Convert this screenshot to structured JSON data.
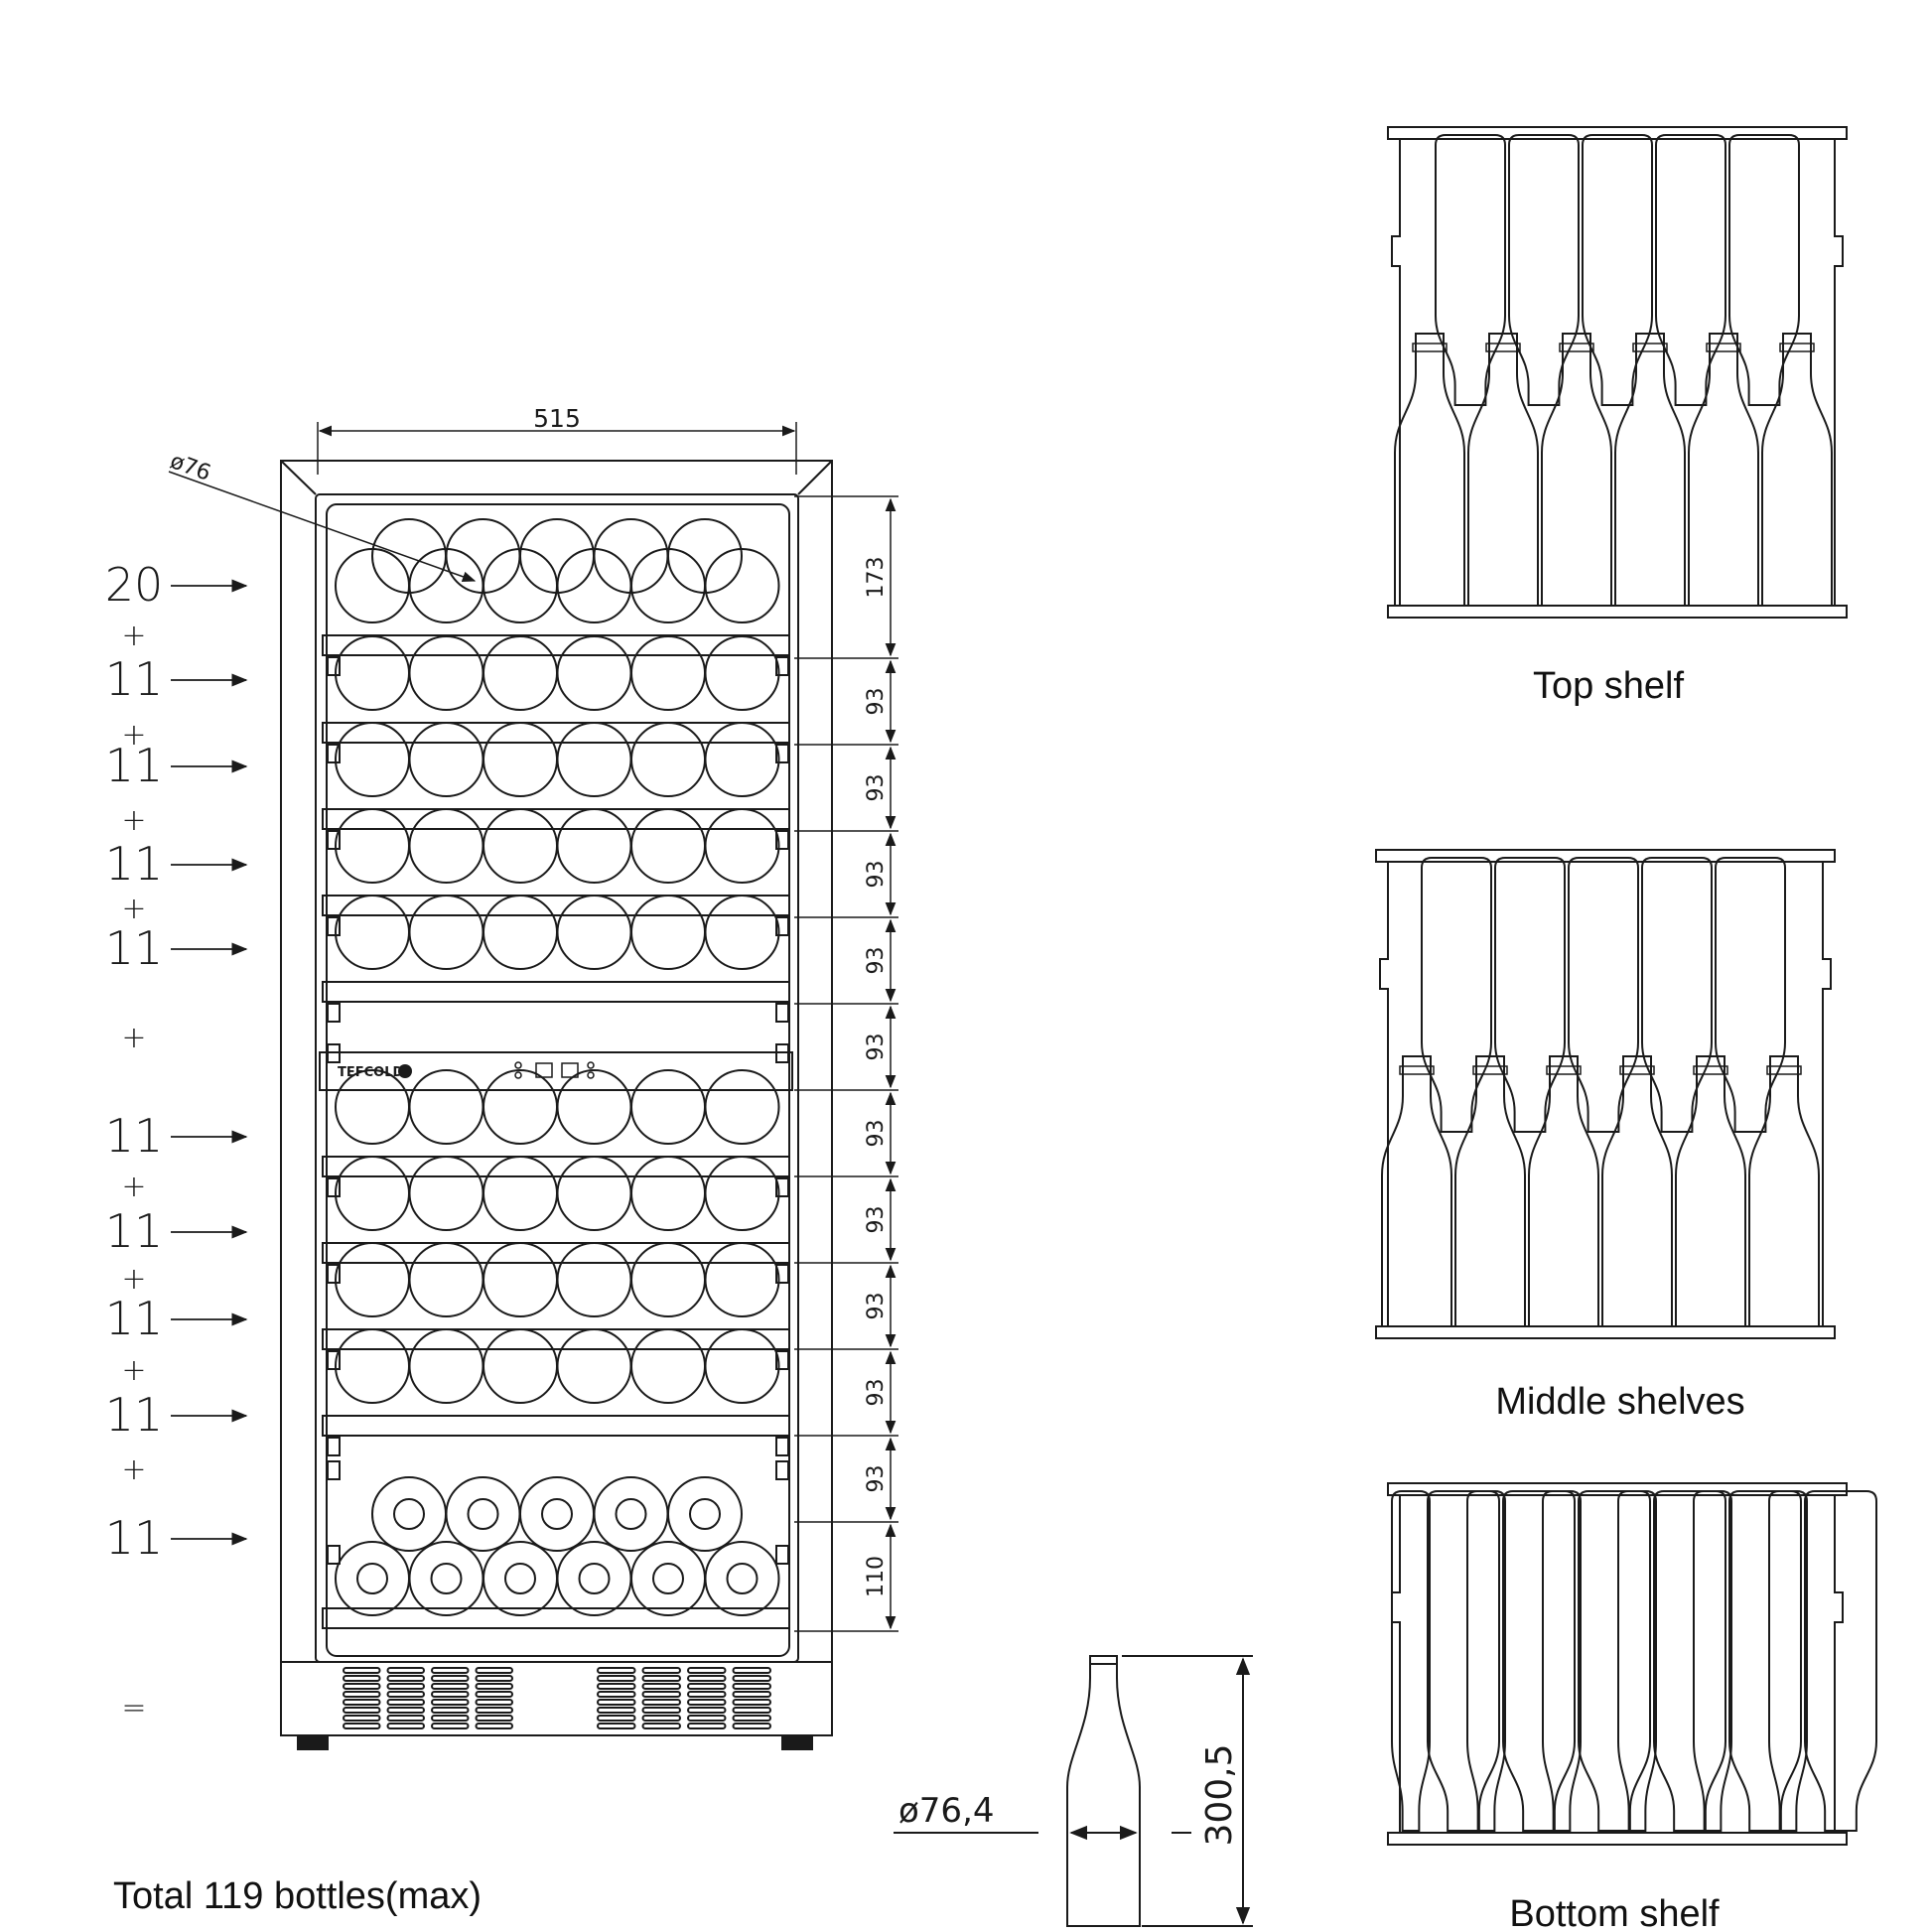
{
  "colors": {
    "line": "#1a1a1a",
    "paper": "#ffffff"
  },
  "cabinet": {
    "width_label": "515",
    "bottle_diameter_label": "ø76",
    "brand": "TEFCOLD",
    "shelf_heights": [
      "173",
      "93",
      "93",
      "93",
      "93",
      "93",
      "93",
      "93",
      "93",
      "93",
      "93",
      "110"
    ],
    "capacity_labels": [
      "20",
      "+",
      "11",
      "+",
      "11",
      "+",
      "11",
      "+",
      "11",
      "+",
      "11",
      "+",
      "11",
      "+",
      "11",
      "+",
      "11",
      "+",
      "11",
      "="
    ],
    "total_label": "Total 119 bottles(max)"
  },
  "bottle": {
    "diameter_label": "ø76,4",
    "height_label": "300,5"
  },
  "shelves": {
    "top_caption": "Top shelf",
    "middle_caption": "Middle shelves",
    "bottom_caption": "Bottom shelf"
  }
}
